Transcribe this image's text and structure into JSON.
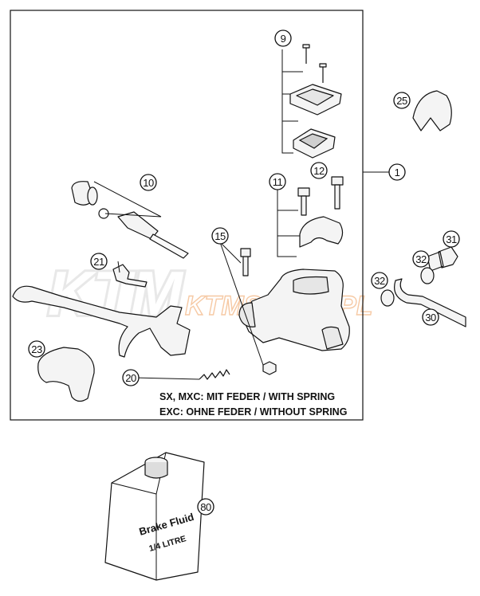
{
  "callouts": [
    {
      "id": "c9",
      "label": "9"
    },
    {
      "id": "c25",
      "label": "25"
    },
    {
      "id": "c1",
      "label": "1"
    },
    {
      "id": "c12",
      "label": "12"
    },
    {
      "id": "c11",
      "label": "11"
    },
    {
      "id": "c10",
      "label": "10"
    },
    {
      "id": "c15",
      "label": "15"
    },
    {
      "id": "c31",
      "label": "31"
    },
    {
      "id": "c32a",
      "label": "32"
    },
    {
      "id": "c32b",
      "label": "32"
    },
    {
      "id": "c30",
      "label": "30"
    },
    {
      "id": "c21",
      "label": "21"
    },
    {
      "id": "c23",
      "label": "23"
    },
    {
      "id": "c20",
      "label": "20"
    },
    {
      "id": "c80",
      "label": "80"
    }
  ],
  "notes": {
    "spring_line_1": "SX, MXC: MIT FEDER / WITH SPRING",
    "spring_line_2": "EXC: OHNE FEDER / WITHOUT SPRING"
  },
  "watermark": {
    "brand": "KTM",
    "site": "KTMSKLEP.PL"
  },
  "brake_fluid_can": {
    "name": "Brake Fluid",
    "volume": "1/4 LITRE"
  }
}
